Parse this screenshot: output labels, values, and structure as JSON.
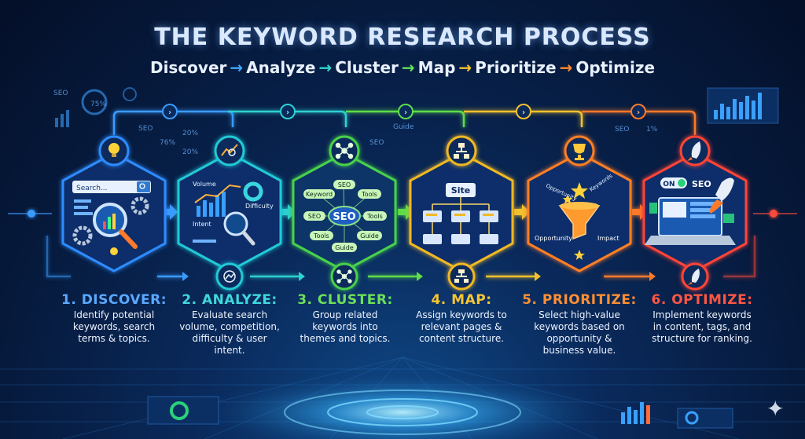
{
  "header": {
    "title": "THE KEYWORD RESEARCH PROCESS",
    "flow": [
      {
        "label": "Discover",
        "arrow_color": "#3fa8ff"
      },
      {
        "label": "Analyze",
        "arrow_color": "#2fd6c8"
      },
      {
        "label": "Cluster",
        "arrow_color": "#5ee05a"
      },
      {
        "label": "Map",
        "arrow_color": "#f2c12e"
      },
      {
        "label": "Prioritize",
        "arrow_color": "#ff8a2a"
      },
      {
        "label": "Optimize",
        "arrow_color": "#ff4a3a"
      }
    ]
  },
  "steps": [
    {
      "title": "1. DISCOVER:",
      "desc": [
        "Identify potential",
        "keywords, search",
        "terms & topics."
      ],
      "color": "#2f8cff",
      "top_icon": "lightbulb-icon",
      "bottom_icon": "search-icon",
      "inner": {
        "search_placeholder": "Search..."
      }
    },
    {
      "title": "2. ANALYZE:",
      "desc": [
        "Evaluate search",
        "volume, competition,",
        "difficulty & user",
        "intent."
      ],
      "color": "#23c9d6",
      "top_icon": "chart-magnifier-icon",
      "bottom_icon": "analytics-icon",
      "inner": {
        "labels": [
          "Volume",
          "Difficulty",
          "Intent"
        ]
      }
    },
    {
      "title": "3. CLUSTER:",
      "desc": [
        "Group related",
        "keywords into",
        "themes and topics."
      ],
      "color": "#49d24a",
      "top_icon": "network-icon",
      "bottom_icon": "network-icon",
      "inner": {
        "center": "SEO",
        "tags": [
          "SEO",
          "Keyword",
          "Tools",
          "SEO",
          "Tools",
          "Tools",
          "Guide",
          "Guide"
        ]
      }
    },
    {
      "title": "4. MAP:",
      "desc": [
        "Assign keywords to",
        "relevant pages &",
        "content structure."
      ],
      "color": "#f0b923",
      "top_icon": "sitemap-icon",
      "bottom_icon": "sitemap-icon",
      "inner": {
        "root": "Site"
      }
    },
    {
      "title": "5. PRIORITIZE:",
      "desc": [
        "Select high-value",
        "keywords based on",
        "opportunity &",
        "business value."
      ],
      "color": "#ff7f22",
      "top_icon": "trophy-icon",
      "bottom_icon": "",
      "inner": {
        "labels": [
          "Opportunity",
          "Keywords",
          "Opportunity",
          "Impact"
        ]
      }
    },
    {
      "title": "6. OPTIMIZE:",
      "desc": [
        "Implement keywords",
        "in content, tags, and",
        "structure for ranking."
      ],
      "color": "#ff4436",
      "top_icon": "rocket-icon",
      "bottom_icon": "rocket-icon",
      "inner": {
        "toggle": "ON",
        "badge": "SEO"
      }
    }
  ],
  "decor": {
    "seo_labels": [
      "SEO",
      "75%",
      "SEO",
      "20%",
      "76%",
      "20%",
      "SEO",
      "Guide",
      "SEO",
      "1%"
    ]
  }
}
